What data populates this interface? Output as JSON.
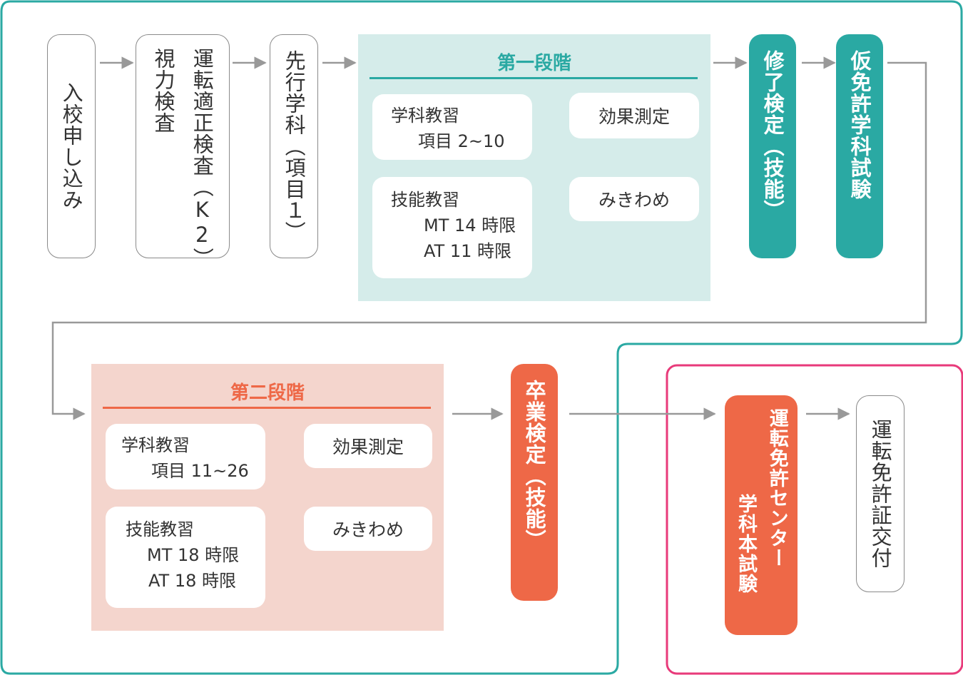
{
  "colors": {
    "teal": "#2aa9a3",
    "coral": "#ee6847",
    "pink_frame": "#e83a7a",
    "stage1_bg": "#d5ecea",
    "stage2_bg": "#f4d5cd",
    "arrow": "#999999",
    "outline": "#8a8a8a"
  },
  "steps": {
    "enroll": "入校申し込み",
    "aptitude_col1": "運転適正検査（K2）",
    "aptitude_col2": "視力検査",
    "prelim": "先行学科（項目１）",
    "completion_exam": "修了検定（技能）",
    "provisional_exam": "仮免許学科試験",
    "graduation_exam": "卒業検定（技能）",
    "center_col1": "運転免許センター",
    "center_col2": "学科本試験",
    "license_issue": "運転免許証交付"
  },
  "stage1": {
    "title": "第一段階",
    "academic": {
      "line1": "学科教習",
      "line2": "項目 2~10"
    },
    "technical": {
      "line1": "技能教習",
      "line2": "MT 14 時限",
      "line3": "AT  11 時限"
    },
    "effect": "効果測定",
    "mikiwame": "みきわめ"
  },
  "stage2": {
    "title": "第二段階",
    "academic": {
      "line1": "学科教習",
      "line2": "項目 11~26"
    },
    "technical": {
      "line1": "技能教習",
      "line2": "MT 18 時限",
      "line3": "AT 18 時限"
    },
    "effect": "効果測定",
    "mikiwame": "みきわめ"
  }
}
